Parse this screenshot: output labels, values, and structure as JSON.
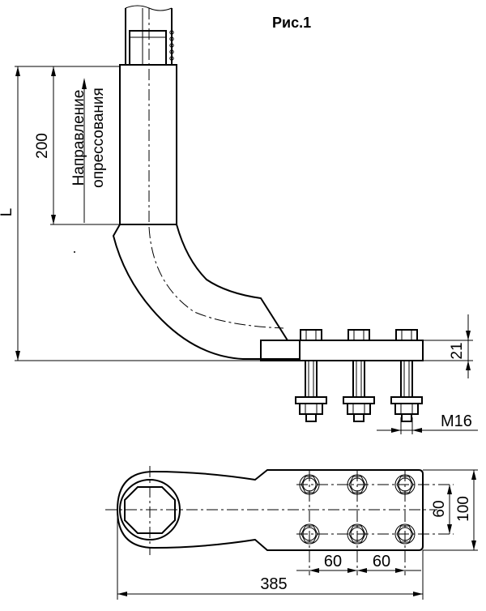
{
  "figure": {
    "title": "Рис.1",
    "direction_label_line1": "Направление",
    "direction_label_line2": "опрессования"
  },
  "dimensions": {
    "length": "L",
    "press_length": "200",
    "pad_thickness": "21",
    "bolt_size": "M16",
    "width_outer": "100",
    "hole_spacing_vertical": "60",
    "hole_spacing_1": "60",
    "hole_spacing_2": "60",
    "overall_length": "385"
  }
}
